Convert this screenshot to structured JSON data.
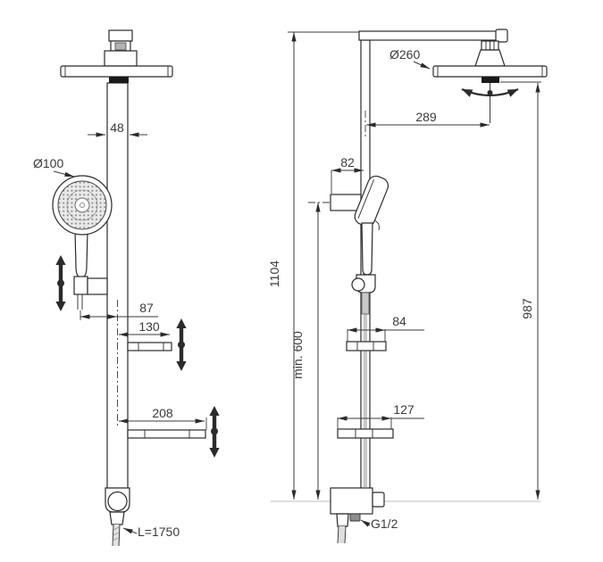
{
  "drawing": {
    "front_view": {
      "pipe_width_mm": "48",
      "hand_shower_diameter": "Ø100",
      "hand_shower_offset_mm": "87",
      "small_shelf_width_mm": "130",
      "large_shelf_width_mm": "208",
      "hose_length": "L=1750"
    },
    "side_view": {
      "rain_head_diameter": "Ø260",
      "arm_projection_mm": "289",
      "holder_projection_mm": "82",
      "overall_height_mm": "1104",
      "min_mounting_height": "min. 600",
      "rain_head_height_mm": "987",
      "small_shelf_depth_mm": "84",
      "large_shelf_depth_mm": "127",
      "water_connection": "G1/2"
    },
    "colors": {
      "background": "#ffffff",
      "line": "#2b2b2b",
      "dimension_text": "#3a3a3a",
      "fill_dark": "#1a1a1a",
      "fill_gray": "#c8c8c8",
      "reference_line": "#bdbdbd"
    }
  }
}
